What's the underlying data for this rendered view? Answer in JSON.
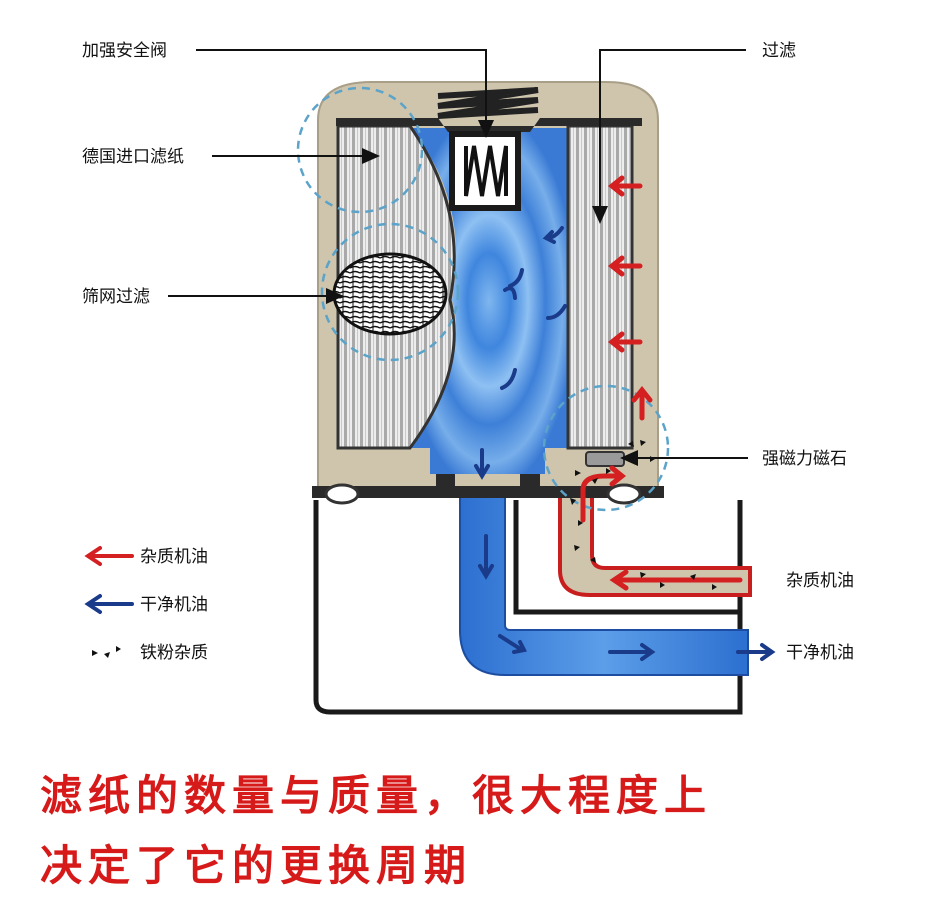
{
  "labels": {
    "safety_valve": "加强安全阀",
    "filter_top": "过滤",
    "german_paper": "德国进口滤纸",
    "mesh_filter": "筛网过滤",
    "magnet": "强磁力磁石",
    "dirty_oil_in": "杂质机油",
    "clean_oil_out": "干净机油"
  },
  "legend": {
    "dirty_oil": "杂质机油",
    "clean_oil": "干净机油",
    "iron_particles": "铁粉杂质"
  },
  "caption": {
    "line1": "滤纸的数量与质量，很大程度上",
    "line2": "决定了它的更换周期"
  },
  "colors": {
    "dirty_arrow": "#d42020",
    "clean_arrow": "#1a3a8a",
    "clean_oil": "#2f78d8",
    "housing": "#cfc5ad",
    "caption": "#d61a1a"
  }
}
